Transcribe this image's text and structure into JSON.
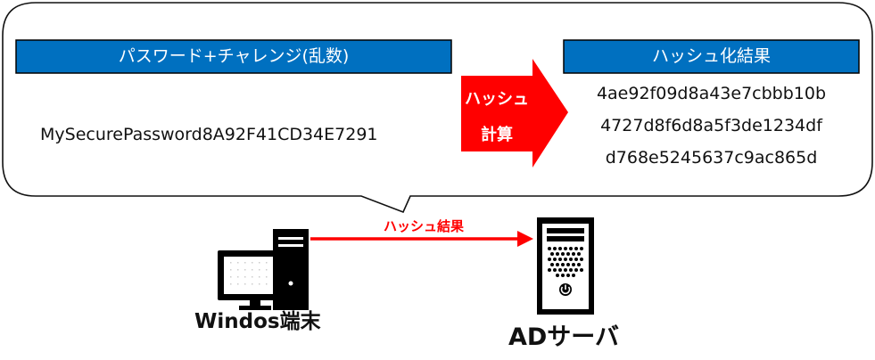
{
  "left_box": {
    "header": "パスワード+チャレンジ(乱数)",
    "value": "MySecurePassword8A92F41CD34E7291"
  },
  "hash_arrow": {
    "line1": "ハッシュ",
    "line2": "計算"
  },
  "right_box": {
    "header": "ハッシュ化結果",
    "lines": [
      "4ae92f09d8a43e7cbbb10b",
      "4727d8f6d8a5f3de1234df",
      "d768e5245637c9ac865d"
    ]
  },
  "flow": {
    "label": "ハッシュ結果",
    "client_label": "Windos端末",
    "server_label": "ADサーバ"
  },
  "colors": {
    "header_fill": "#0070c0",
    "arrow_red": "#ff0000"
  }
}
